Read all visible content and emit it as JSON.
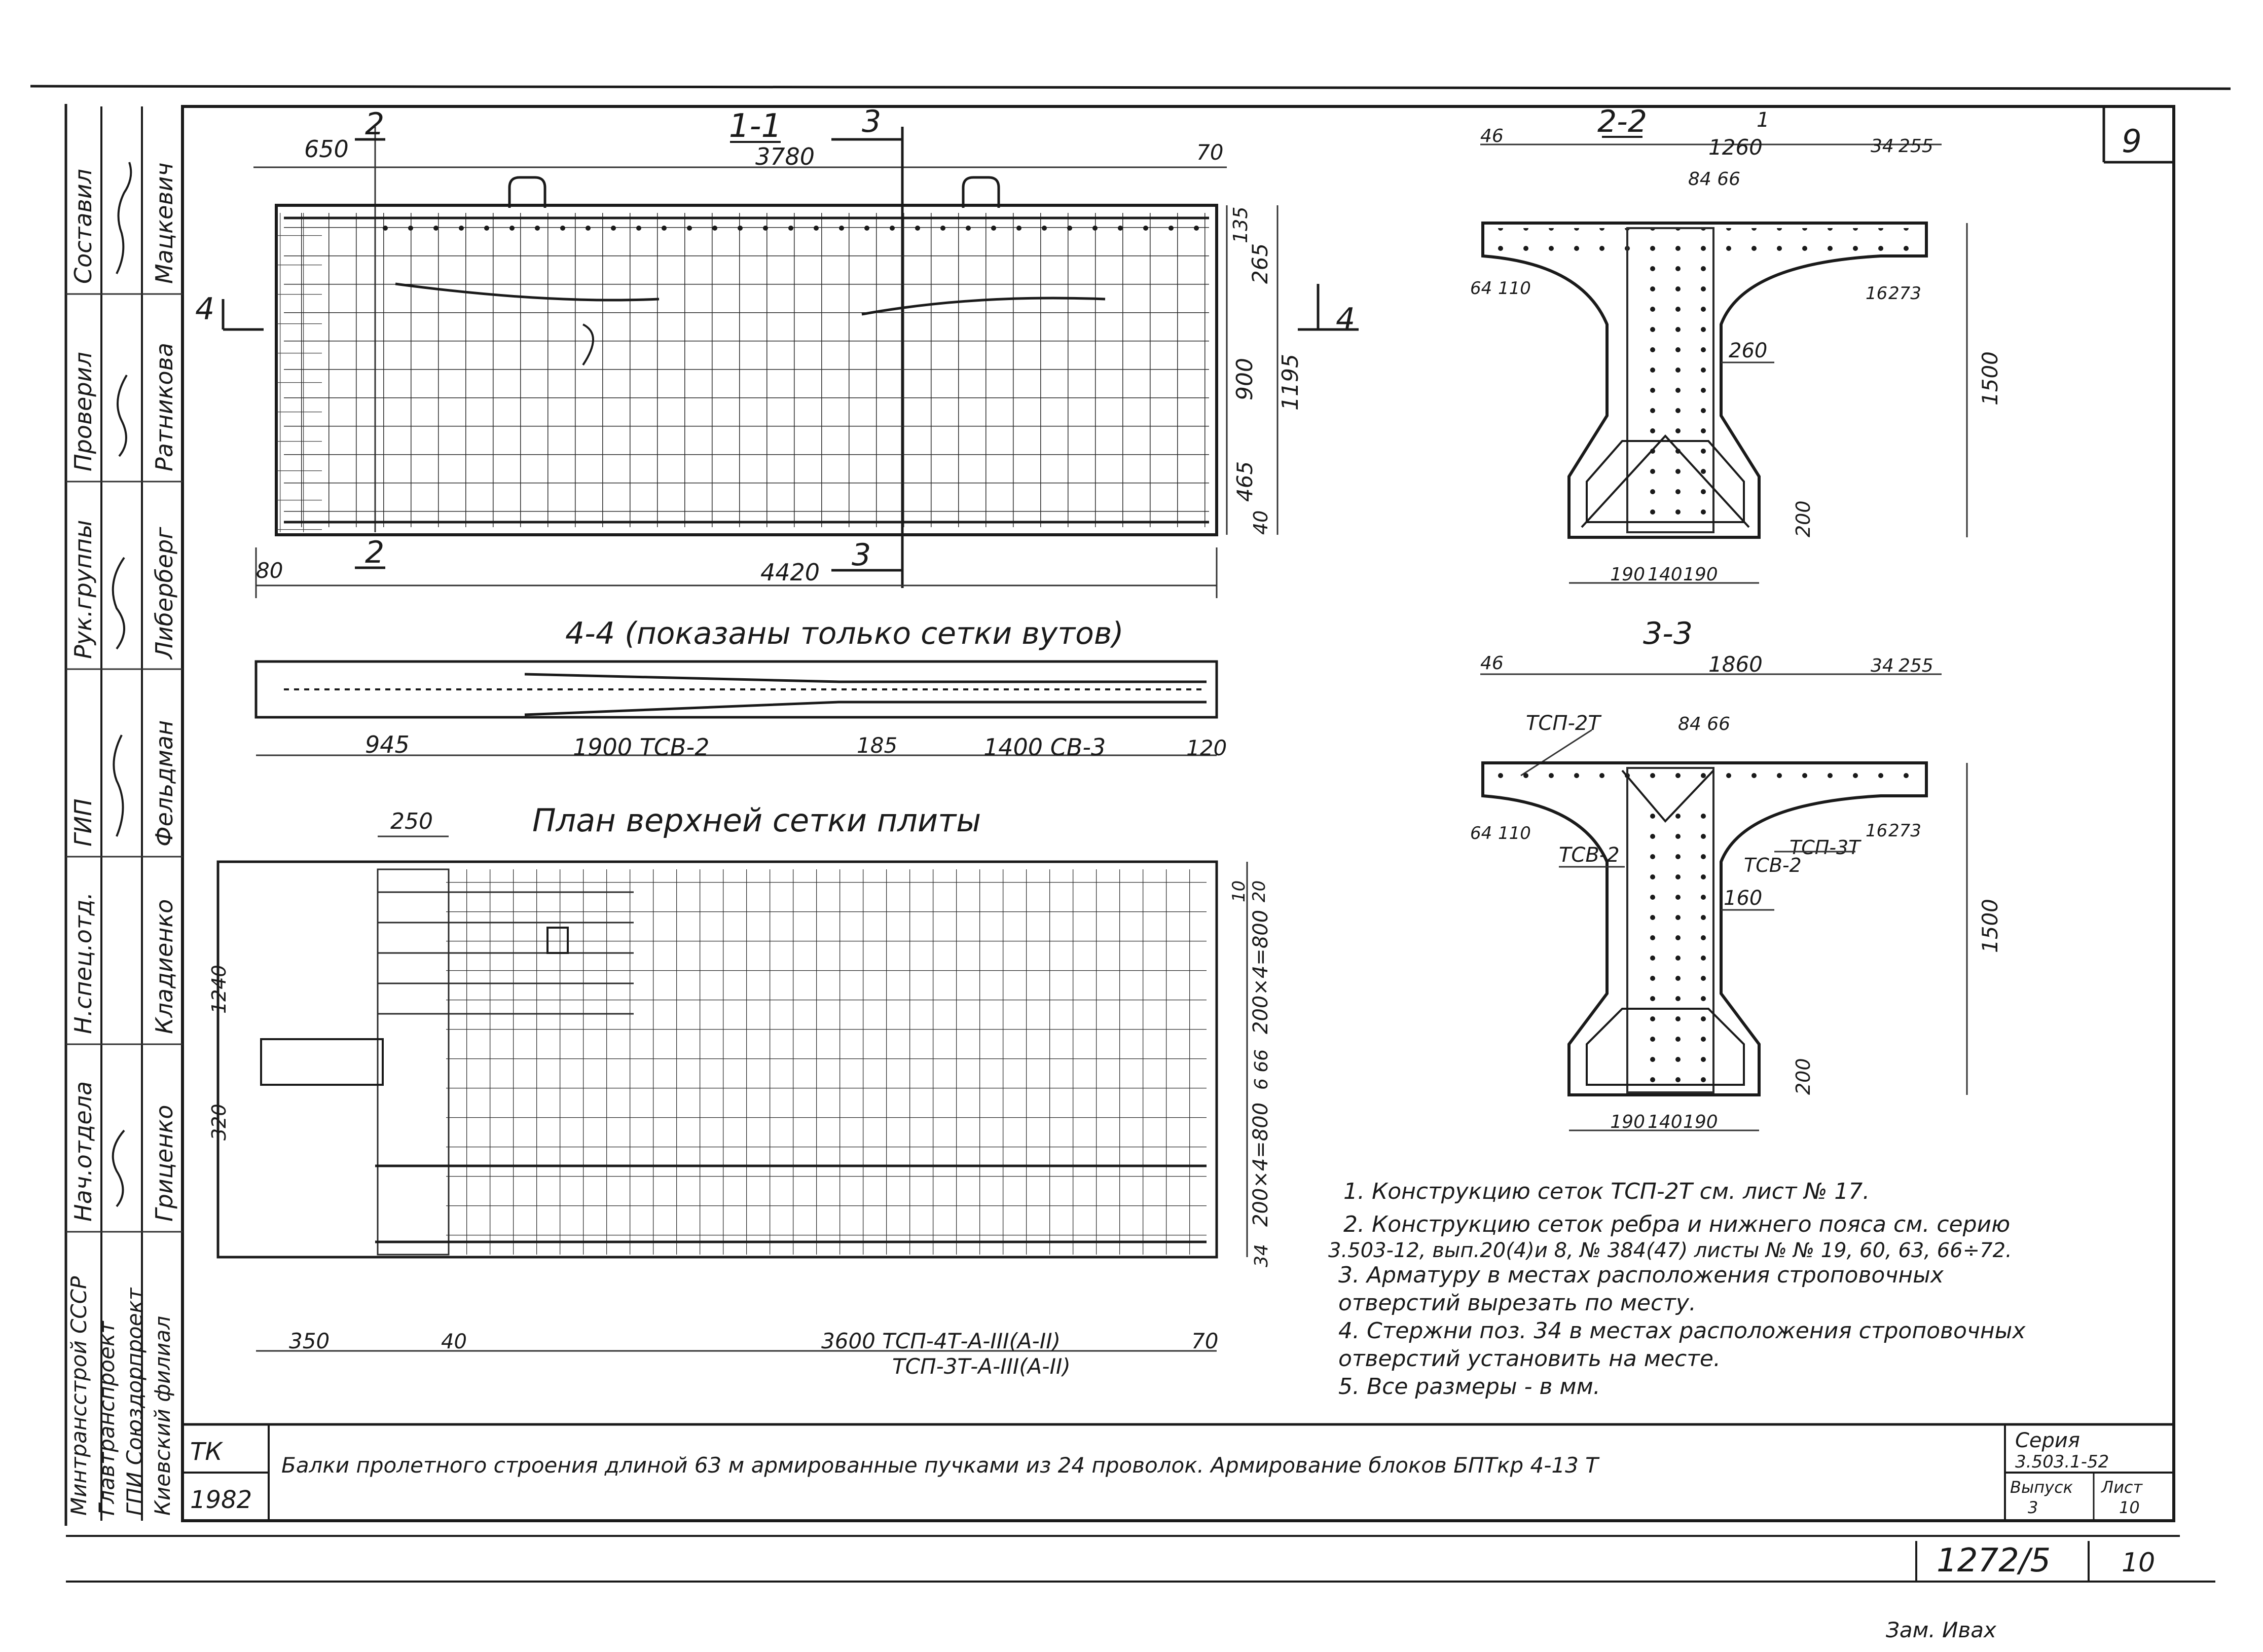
{
  "sheet_number": "9",
  "side_stamp": {
    "roles": [
      "Составил",
      "Проверил",
      "Рук.группы",
      "ГИП",
      "Н.спец.отд.",
      "Нач.отдела"
    ],
    "names": [
      "Мацкевич",
      "Ратникова",
      "Либерберг",
      "Фельдман",
      "Кладиенко",
      "Гриценко"
    ],
    "orgs": [
      "Минтрансстрой СССР",
      "Главтранспроект",
      "ГПИ Союздорпроект",
      "Киевский филиал"
    ]
  },
  "section_1_1": {
    "title": "1-1",
    "labels": {
      "s2_top": "2",
      "s2_bottom": "2",
      "s3_top": "3",
      "s3_bottom": "3",
      "s4_left": "4",
      "s4_right": "4"
    },
    "dims": {
      "d650": "650",
      "d3780": "3780",
      "d70": "70",
      "d135": "135",
      "d265": "265",
      "d900": "900",
      "d1195": "1195",
      "d465": "465",
      "d40": "40",
      "d80": "80",
      "d4420": "4420"
    }
  },
  "section_4_4": {
    "title": "4-4 (показаны только сетки вутов)",
    "dims": {
      "d945": "945",
      "d1900": "1900 ТСВ-2",
      "d185": "185",
      "d1400": "1400 СВ-3",
      "d120": "120"
    }
  },
  "plan": {
    "title": "План верхней сетки плиты",
    "dims": {
      "d250": "250",
      "d1240": "1240",
      "d10": "10",
      "d20": "20",
      "d200_4": "200×4=800",
      "d66": "6 66",
      "d200_4b": "200×4=800",
      "d34": "34",
      "d350": "350",
      "d40": "40",
      "d3600": "3600 ТСП-4Т-А-III(А-II)",
      "d3600b": "ТСП-3Т-А-III(А-II)",
      "d70": "70",
      "d320": "320"
    }
  },
  "section_2_2": {
    "title": "2-2",
    "dims": {
      "d46": "46",
      "d1260": "1260",
      "d34": "34",
      "d255": "255",
      "d8466": "84 66",
      "d64": "64",
      "d110": "110",
      "d16": "16",
      "d273": "273",
      "d260": "260",
      "d1500": "1500",
      "d200": "200",
      "d190": "190",
      "d140": "140",
      "d190b": "190",
      "sec1": "1"
    }
  },
  "section_3_3": {
    "title": "3-3",
    "dims": {
      "d46": "46",
      "d1860": "1860",
      "d34": "34",
      "d255": "255",
      "d8466": "84 66",
      "d64": "64",
      "d110": "110",
      "d16": "16",
      "d273": "273",
      "d160": "160",
      "d1500": "1500",
      "d200": "200",
      "d190": "190",
      "d140": "140",
      "d190b": "190"
    },
    "labels": {
      "tsp2": "ТСП-2Т",
      "tsv2a": "ТСВ-2",
      "tsv2b": "ТСВ-2",
      "tsp3": "ТСП-3Т"
    }
  },
  "notes": [
    "1. Конструкцию сеток ТСП-2Т см. лист № 17.",
    "2. Конструкцию сеток ребра и нижнего пояса см. серию",
    "3.503-12, вып.20(4)и 8, № 384(47) листы № № 19, 60, 63, 66÷72.",
    "3. Арматуру в местах расположения строповочных",
    "    отверстий вырезать по месту.",
    "4. Стержни поз. 34 в местах расположения строповочных",
    "    отверстий установить на месте.",
    "5. Все размеры - в мм."
  ],
  "title_block": {
    "code": "ТК",
    "year": "1982",
    "description": "Балки пролетного строения длиной 63 м армированные пучками из 24 проволок. Армирование блоков БПТкр 4-13 Т",
    "series_label": "Серия",
    "series_value": "3.503.1-52",
    "issue_label": "Выпуск",
    "issue_value": "3",
    "sheet_label": "Лист",
    "sheet_value": "10"
  },
  "archive_number": "1272/5",
  "archive_sheet": "10",
  "footer_note": "Зам. Ивах"
}
